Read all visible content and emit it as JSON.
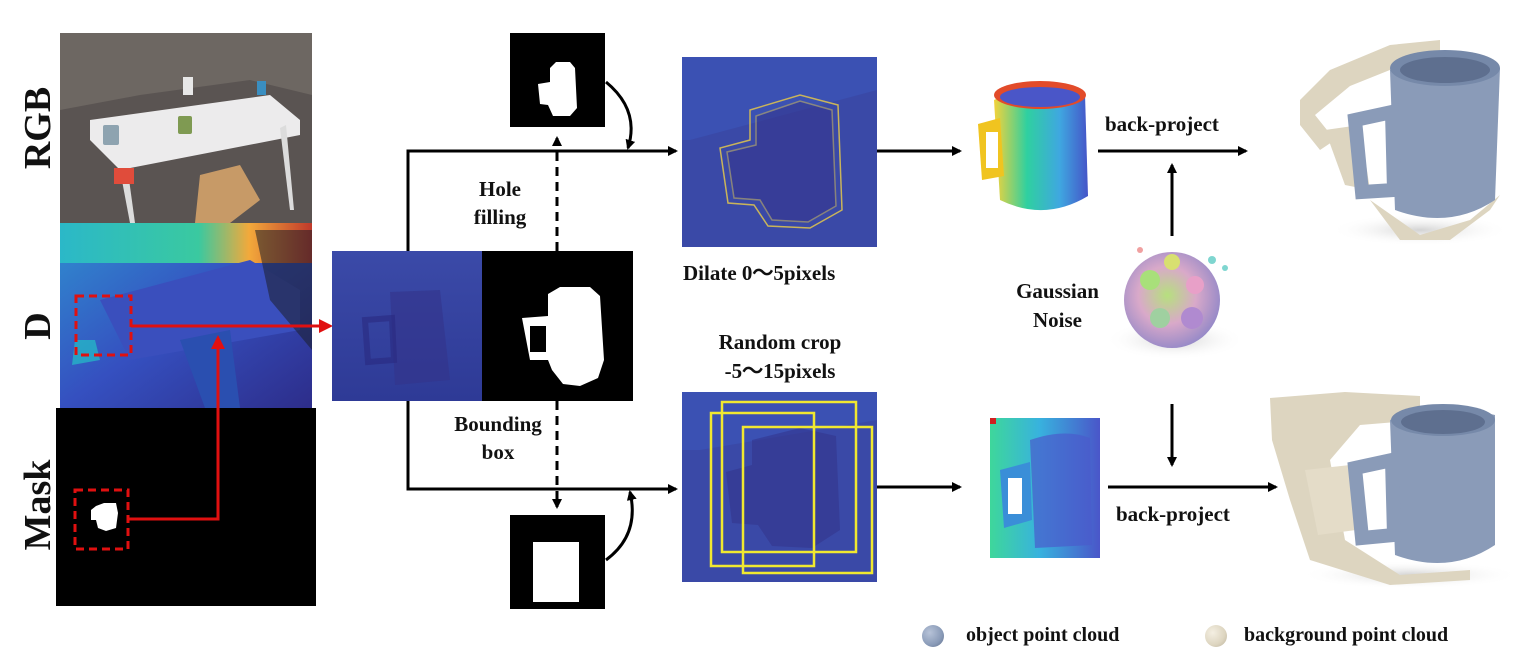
{
  "row_labels": {
    "rgb": "RGB",
    "depth": "D",
    "mask": "Mask"
  },
  "steps": {
    "hole_filling": [
      "Hole",
      "filling"
    ],
    "bounding_box": [
      "Bounding",
      "box"
    ],
    "dilate": "Dilate 0～5pixels",
    "random_crop": [
      "Random crop",
      "-5～15pixels"
    ],
    "gaussian_noise": [
      "Gaussian",
      "Noise"
    ],
    "back_project_top": "back-project",
    "back_project_bottom": "back-project"
  },
  "legend": {
    "object": {
      "label": "object point cloud",
      "color": "#8a9bb8"
    },
    "background": {
      "label": "background point cloud",
      "color": "#ddd5c0"
    }
  },
  "colors": {
    "arrow": "#000000",
    "highlight_arrow": "#e01010",
    "crop_box": "#f0e830",
    "dilate_contour": "#c9b45a",
    "depth_bg": "#3b3f9e"
  }
}
